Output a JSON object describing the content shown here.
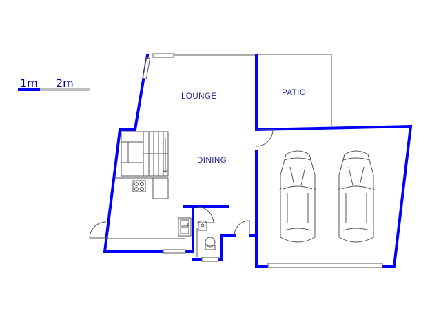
{
  "scale_bar": {
    "label_1": "1m",
    "label_2": "2m"
  },
  "rooms": {
    "lounge": "LOUNGE",
    "patio": "PATIO",
    "dining": "DINING"
  },
  "colors": {
    "wall": "#0000ff",
    "room_label": "#1a1a9a",
    "scale_label": "#0000aa",
    "fixture_line": "#555555",
    "scale_secondary": "#c0c0c0"
  },
  "fixtures": {
    "cars": [
      "car-icon",
      "car-icon"
    ],
    "stairs": "stairs-icon",
    "stove": "stove-icon",
    "sink": "sink-icon",
    "toilet": "toilet-icon",
    "basin": "basin-icon"
  }
}
